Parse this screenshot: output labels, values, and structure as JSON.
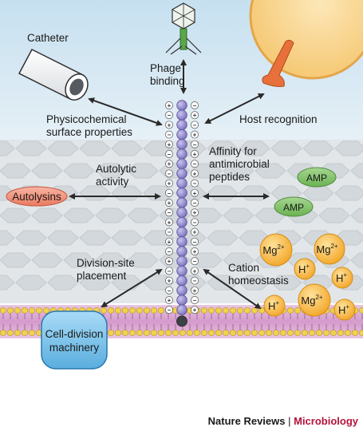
{
  "labels": {
    "catheter": "Catheter",
    "phage_line1": "Phage",
    "phage_line2": "binding",
    "physico_line1": "Physicochemical",
    "physico_line2": "surface properties",
    "host": "Host recognition",
    "autolytic_line1": "Autolytic",
    "autolytic_line2": "activity",
    "affinity_line1": "Affinity for",
    "affinity_line2": "antimicrobial",
    "affinity_line3": "peptides",
    "autolysins": "Autolysins",
    "amp": "AMP",
    "division_line1": "Division-site",
    "division_line2": "placement",
    "cation_line1": "Cation",
    "cation_line2": "homeostasis",
    "cell_division_line1": "Cell-division",
    "cell_division_line2": "machinery",
    "mg": "Mg",
    "mg_charge": "2+",
    "h": "H",
    "h_charge": "+",
    "plus": "+",
    "minus": "−"
  },
  "footer": {
    "journal": "Nature Reviews",
    "separator": " | ",
    "section": "Microbiology"
  },
  "colors": {
    "sky_top": "#cfe6f3",
    "sky_bottom": "#e8f2f8",
    "wall": "#dfe3e6",
    "hex": "#c9cfd3",
    "membrane": "#d4a0cc",
    "lipid_head": "#f2d24a",
    "bead": "#8f86c9",
    "autolysin": "#f08a73",
    "amp": "#7fbf6a",
    "ion": "#f6b43a",
    "cell_division": "#7fc3ea",
    "host_cell": "#f6c66e",
    "host_receptor": "#e8703a",
    "phage": "#5aa64a",
    "arrow": "#2a2a2a"
  }
}
